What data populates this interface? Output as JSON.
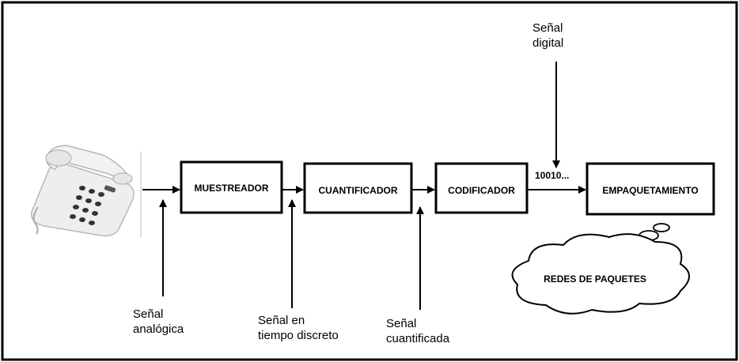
{
  "blocks": {
    "muestreador": "MUESTREADOR",
    "cuantificador": "CUANTIFICADOR",
    "codificador": "CODIFICADOR",
    "empaquetamiento": "EMPAQUETAMIENTO"
  },
  "signals": {
    "analogica": [
      "Señal",
      "analógica"
    ],
    "tiempo_discreto": [
      "Señal en",
      "tiempo discreto"
    ],
    "cuantificada": [
      "Señal",
      "cuantificada"
    ],
    "digital": [
      "Señal",
      "digital"
    ]
  },
  "bits": "10010...",
  "cloud": "REDES DE PAQUETES",
  "icons": {
    "phone": "telephone-icon",
    "cloud": "cloud-icon"
  }
}
